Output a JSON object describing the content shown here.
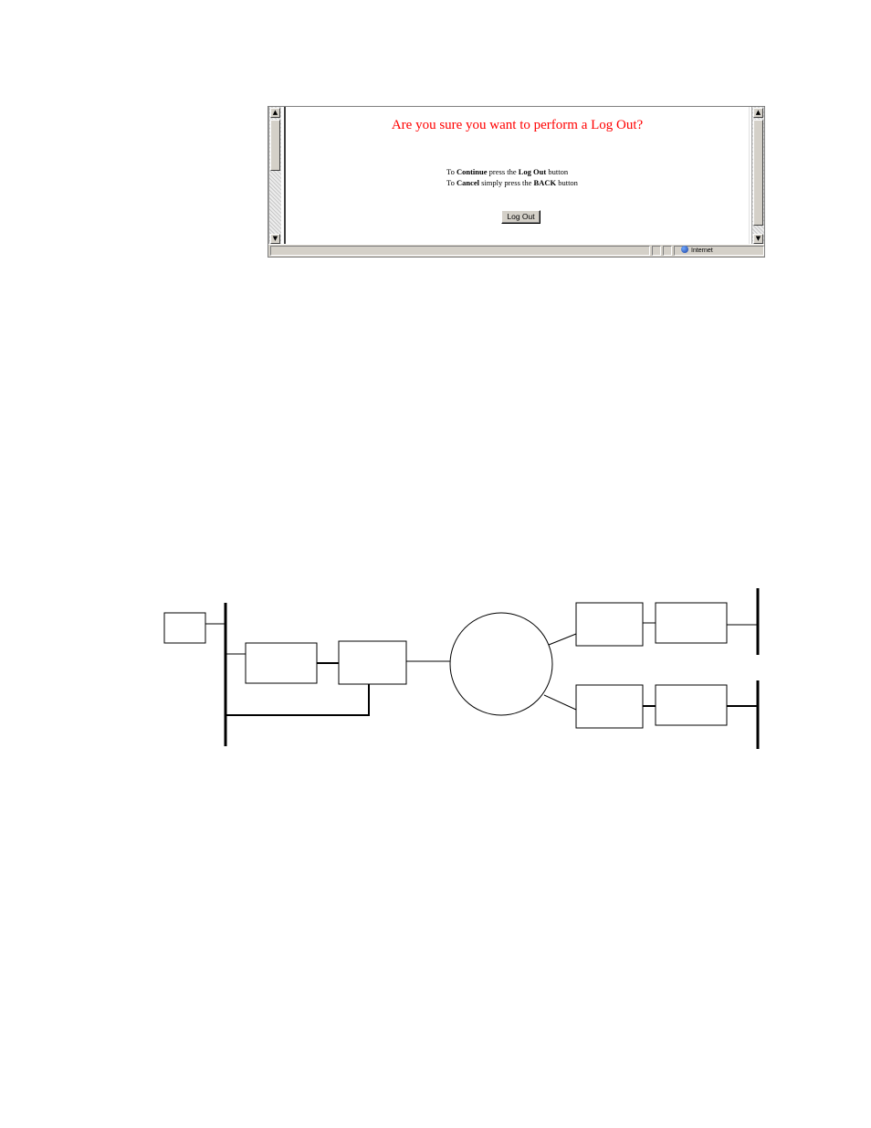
{
  "browser": {
    "heading": "Are you sure you want to perform a Log Out?",
    "instructions": {
      "line1": {
        "prefix": "To ",
        "action": "Continue",
        "mid": " press the ",
        "target": "Log Out",
        "suffix": " button"
      },
      "line2": {
        "prefix": "To ",
        "action": "Cancel",
        "mid": " simply press the ",
        "target": "BACK",
        "suffix": " button"
      }
    },
    "logout_button_label": "Log Out",
    "status_zone": "Internet",
    "icons": {
      "scroll_up": "arrow-up-icon",
      "scroll_down": "arrow-down-icon",
      "zone": "globe-icon"
    }
  },
  "diagram": {
    "nodes": [
      "box-far-left",
      "box-mid-1",
      "box-mid-2",
      "network-cloud-circle",
      "box-right-top-1",
      "box-right-top-2",
      "box-right-bottom-1",
      "box-right-bottom-2"
    ],
    "buses": [
      "bus-left",
      "bus-right-top",
      "bus-right-bottom"
    ]
  }
}
